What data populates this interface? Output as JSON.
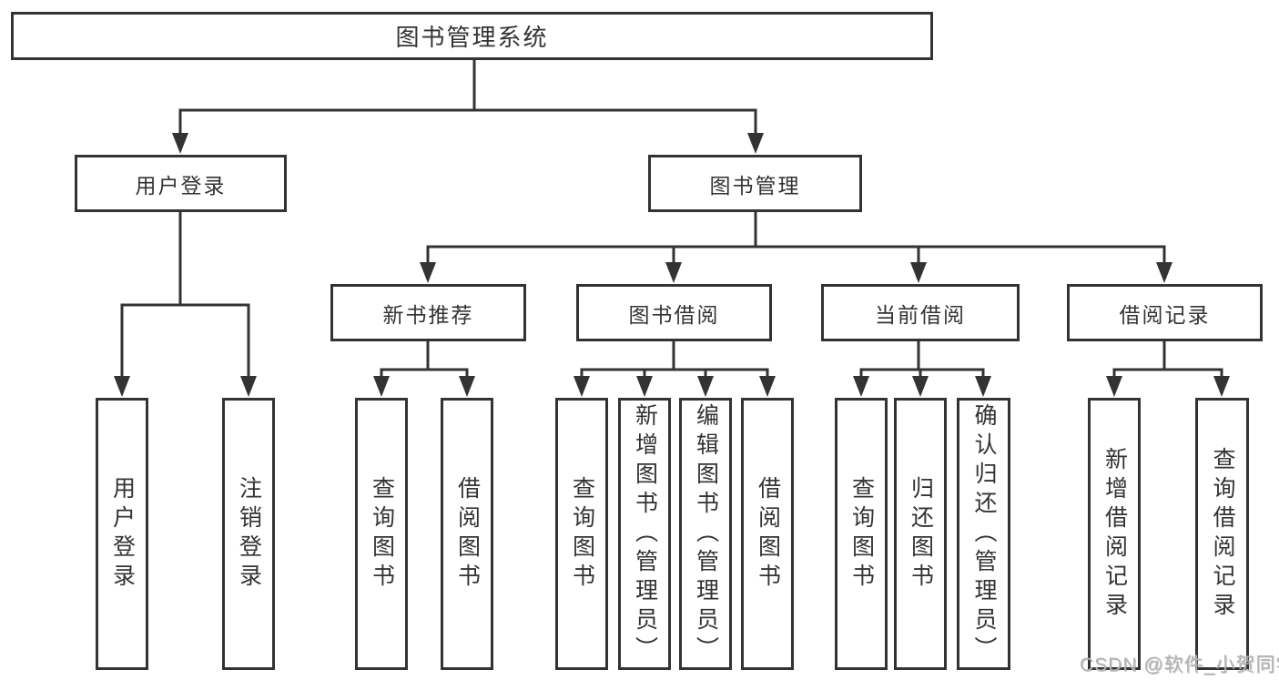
{
  "tree": {
    "label": "图书管理系统",
    "children": [
      {
        "label": "用户登录",
        "children": [
          {
            "label": "用户登录"
          },
          {
            "label": "注销登录"
          }
        ]
      },
      {
        "label": "图书管理",
        "children": [
          {
            "label": "新书推荐",
            "children": [
              {
                "label": "查询图书"
              },
              {
                "label": "借阅图书"
              }
            ]
          },
          {
            "label": "图书借阅",
            "children": [
              {
                "label": "查询图书"
              },
              {
                "label": "新增图书（管理员）"
              },
              {
                "label": "编辑图书（管理员）"
              },
              {
                "label": "借阅图书"
              }
            ]
          },
          {
            "label": "当前借阅",
            "children": [
              {
                "label": "查询图书"
              },
              {
                "label": "归还图书"
              },
              {
                "label": "确认归还（管理员）"
              }
            ]
          },
          {
            "label": "借阅记录",
            "children": [
              {
                "label": "新增借阅记录"
              },
              {
                "label": "查询借阅记录"
              }
            ]
          }
        ]
      }
    ]
  },
  "watermark": {
    "text": "CSDN @软件_小贺同学"
  },
  "colors": {
    "line": "#333333",
    "text": "#333333",
    "background": "#ffffff",
    "watermark": "#b5b5b5"
  }
}
